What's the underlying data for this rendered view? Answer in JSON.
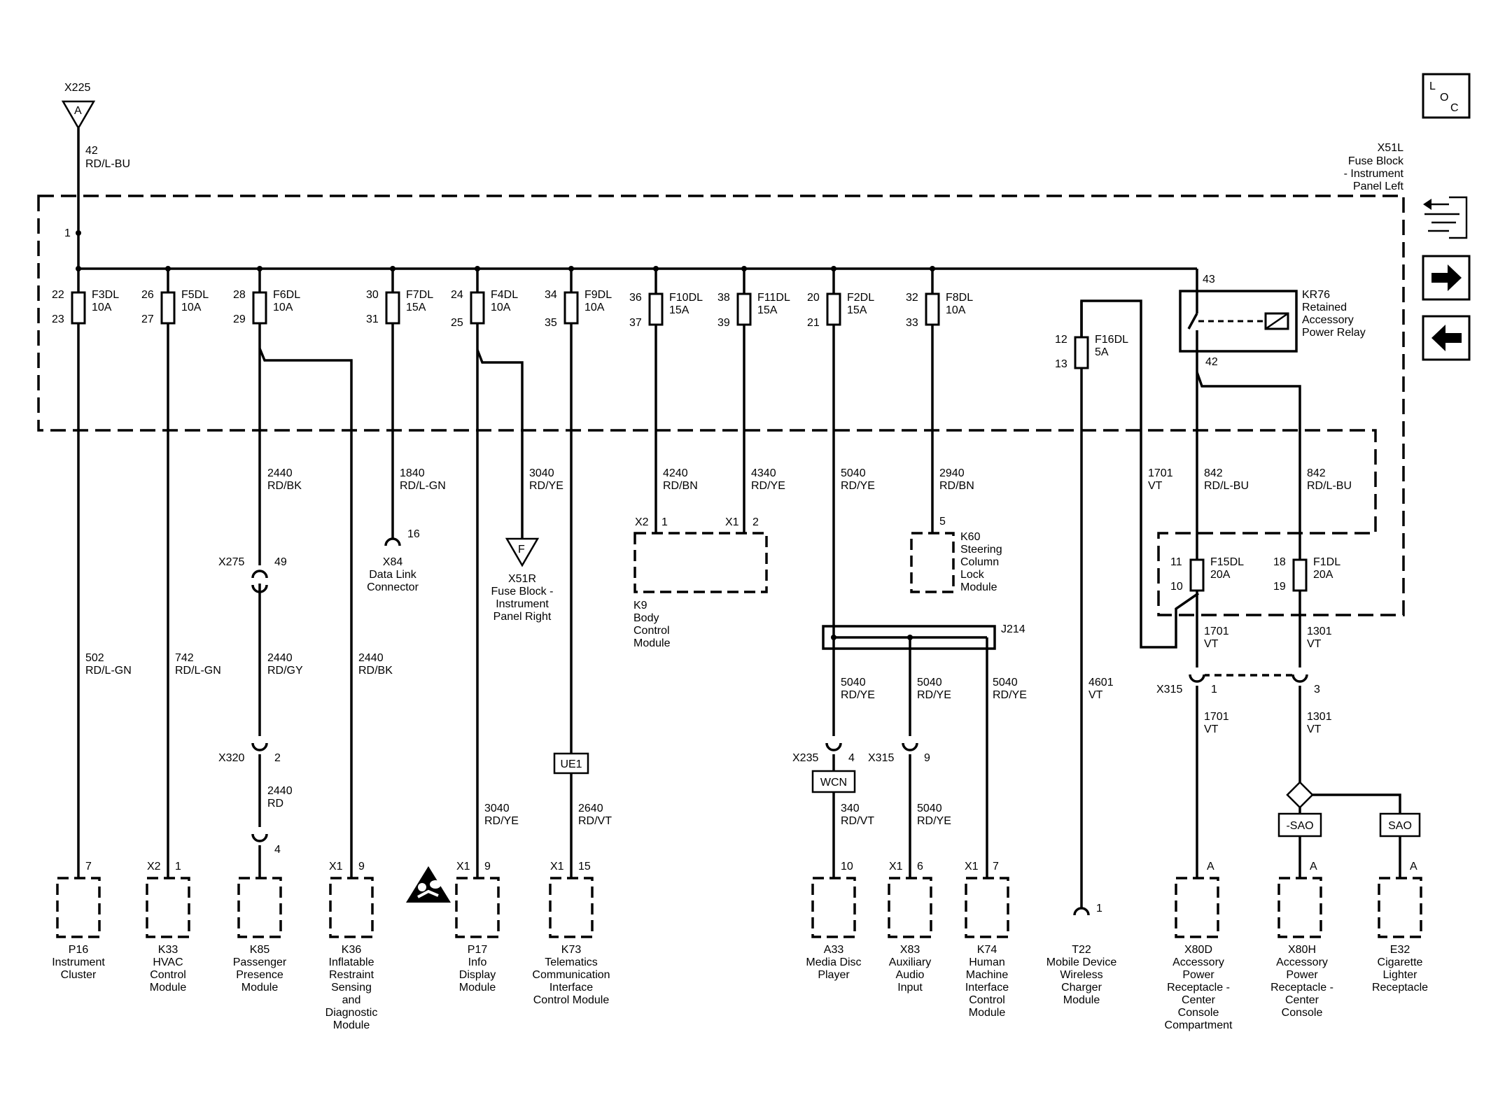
{
  "header": {
    "connector_name": "X225",
    "connector_pin": "A",
    "wire_circuit": "42",
    "wire_color": "RD/L-BU",
    "bus_pin": "1"
  },
  "fuse_block": {
    "id": "X51L",
    "line1": "Fuse Block",
    "line2": "- Instrument",
    "line3": "Panel Left"
  },
  "nav": {
    "loc_l": "L",
    "loc_o": "O",
    "loc_c": "C"
  },
  "fuses": [
    {
      "name": "F3DL",
      "rating": "10A",
      "pin_in": "22",
      "pin_out": "23"
    },
    {
      "name": "F5DL",
      "rating": "10A",
      "pin_in": "26",
      "pin_out": "27"
    },
    {
      "name": "F6DL",
      "rating": "10A",
      "pin_in": "28",
      "pin_out": "29"
    },
    {
      "name": "F7DL",
      "rating": "15A",
      "pin_in": "30",
      "pin_out": "31"
    },
    {
      "name": "F4DL",
      "rating": "10A",
      "pin_in": "24",
      "pin_out": "25"
    },
    {
      "name": "F9DL",
      "rating": "10A",
      "pin_in": "34",
      "pin_out": "35"
    },
    {
      "name": "F10DL",
      "rating": "15A",
      "pin_in": "36",
      "pin_out": "37"
    },
    {
      "name": "F11DL",
      "rating": "15A",
      "pin_in": "38",
      "pin_out": "39"
    },
    {
      "name": "F2DL",
      "rating": "15A",
      "pin_in": "20",
      "pin_out": "21"
    },
    {
      "name": "F8DL",
      "rating": "10A",
      "pin_in": "32",
      "pin_out": "33"
    },
    {
      "name": "F16DL",
      "rating": "5A",
      "pin_in": "12",
      "pin_out": "13"
    },
    {
      "name": "F15DL",
      "rating": "20A",
      "pin_in": "11",
      "pin_out": "10"
    },
    {
      "name": "F1DL",
      "rating": "20A",
      "pin_in": "18",
      "pin_out": "19"
    }
  ],
  "relay": {
    "pin_in": "43",
    "pin_out": "42",
    "id": "KR76",
    "line1": "Retained",
    "line2": "Accessory",
    "line3": "Power Relay"
  },
  "wires": [
    {
      "circuit": "502",
      "color": "RD/L-GN"
    },
    {
      "circuit": "742",
      "color": "RD/L-GN"
    },
    {
      "circuit": "2440",
      "color": "RD/BK"
    },
    {
      "circuit": "2440",
      "color": "RD/GY"
    },
    {
      "circuit": "2440",
      "color": "RD"
    },
    {
      "circuit": "2440",
      "color": "RD/BK"
    },
    {
      "circuit": "1840",
      "color": "RD/L-GN"
    },
    {
      "circuit": "3040",
      "color": "RD/YE"
    },
    {
      "circuit": "3040",
      "color": "RD/YE"
    },
    {
      "circuit": "2640",
      "color": "RD/VT"
    },
    {
      "circuit": "4240",
      "color": "RD/BN"
    },
    {
      "circuit": "4340",
      "color": "RD/YE"
    },
    {
      "circuit": "5040",
      "color": "RD/YE"
    },
    {
      "circuit": "5040",
      "color": "RD/YE"
    },
    {
      "circuit": "5040",
      "color": "RD/YE"
    },
    {
      "circuit": "5040",
      "color": "RD/YE"
    },
    {
      "circuit": "5040",
      "color": "RD/YE"
    },
    {
      "circuit": "340",
      "color": "RD/VT"
    },
    {
      "circuit": "2940",
      "color": "RD/BN"
    },
    {
      "circuit": "4601",
      "color": "VT"
    },
    {
      "circuit": "1701",
      "color": "VT"
    },
    {
      "circuit": "842",
      "color": "RD/L-BU"
    },
    {
      "circuit": "842",
      "color": "RD/L-BU"
    },
    {
      "circuit": "1701",
      "color": "VT"
    },
    {
      "circuit": "1701",
      "color": "VT"
    },
    {
      "circuit": "1301",
      "color": "VT"
    },
    {
      "circuit": "1301",
      "color": "VT"
    }
  ],
  "connectors": [
    {
      "name": "X275",
      "pin": "49"
    },
    {
      "name": "X320",
      "pin": "2"
    },
    {
      "name": "",
      "pin": "4"
    },
    {
      "name": "X235",
      "pin": "4"
    },
    {
      "name": "X315",
      "pin": "9"
    },
    {
      "name": "X315",
      "pin": "1"
    },
    {
      "name": "",
      "pin": "3"
    }
  ],
  "splice": {
    "name": "J214"
  },
  "options": {
    "ue1": "UE1",
    "wcn": "WCN",
    "nsao": "-SAO",
    "sao": "SAO"
  },
  "x84": {
    "pin": "16",
    "id": "X84",
    "line1": "Data Link",
    "line2": "Connector"
  },
  "x51r": {
    "symbol": "F",
    "id": "X51R",
    "line1": "Fuse Block -",
    "line2": "Instrument",
    "line3": "Panel Right"
  },
  "k9": {
    "conn1": "X2",
    "pin1": "1",
    "conn2": "X1",
    "pin2": "2",
    "id": "K9",
    "line1": "Body",
    "line2": "Control",
    "line3": "Module"
  },
  "k60": {
    "pin": "5",
    "id": "K60",
    "line1": "Steering",
    "line2": "Column",
    "line3": "Lock",
    "line4": "Module"
  },
  "modules": [
    {
      "conn": "",
      "pin": "7",
      "lines": [
        "P16",
        "Instrument",
        "Cluster"
      ]
    },
    {
      "conn": "X2",
      "pin": "1",
      "lines": [
        "K33",
        "HVAC",
        "Control",
        "Module"
      ]
    },
    {
      "conn": "",
      "pin": "",
      "lines": [
        "K85",
        "Passenger",
        "Presence",
        "Module"
      ]
    },
    {
      "conn": "X1",
      "pin": "9",
      "lines": [
        "K36",
        "Inflatable",
        "Restraint",
        "Sensing",
        "and",
        "Diagnostic",
        "Module"
      ]
    },
    {
      "conn": "X1",
      "pin": "9",
      "lines": [
        "P17",
        "Info",
        "Display",
        "Module"
      ]
    },
    {
      "conn": "X1",
      "pin": "15",
      "lines": [
        "K73",
        "Telematics",
        "Communication",
        "Interface",
        "Control Module"
      ]
    },
    {
      "conn": "",
      "pin": "10",
      "lines": [
        "A33",
        "Media Disc",
        "Player"
      ]
    },
    {
      "conn": "X1",
      "pin": "6",
      "lines": [
        "X83",
        "Auxiliary",
        "Audio",
        "Input"
      ]
    },
    {
      "conn": "X1",
      "pin": "7",
      "lines": [
        "K74",
        "Human",
        "Machine",
        "Interface",
        "Control",
        "Module"
      ]
    },
    {
      "conn": "",
      "pin": "A",
      "lines": [
        "X80D",
        "Accessory",
        "Power",
        "Receptacle -",
        "Center",
        "Console",
        "Compartment"
      ]
    },
    {
      "conn": "",
      "pin": "A",
      "lines": [
        "X80H",
        "Accessory",
        "Power",
        "Receptacle -",
        "Center",
        "Console"
      ]
    },
    {
      "conn": "",
      "pin": "A",
      "lines": [
        "E32",
        "Cigarette",
        "Lighter",
        "Receptacle"
      ]
    }
  ],
  "t22": {
    "pin": "1",
    "lines": [
      "T22",
      "Mobile Device",
      "Wireless",
      "Charger",
      "Module"
    ]
  }
}
